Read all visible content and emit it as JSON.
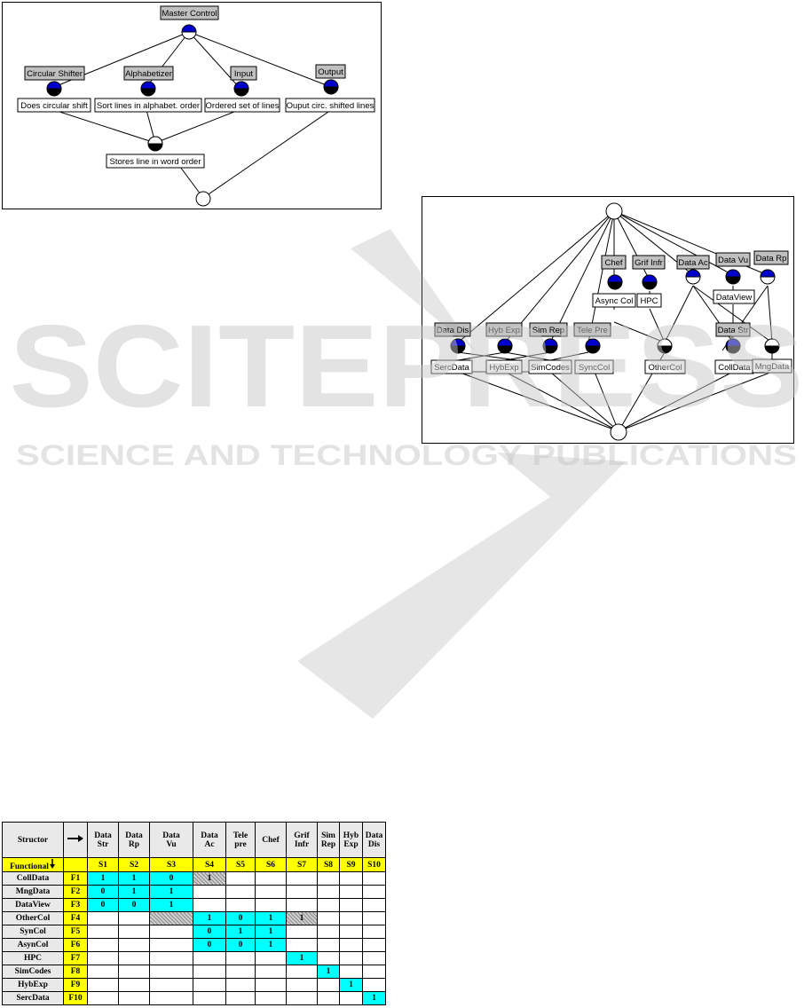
{
  "diagram1": {
    "nodes": {
      "master_control": "Master Control",
      "circular_shifter": "Circular Shifter",
      "alphabetizer": "Alphabetizer",
      "input": "Input",
      "output": "Output",
      "does_circular_shift": "Does circular shift",
      "sort_lines": "Sort lines in alphabet. order",
      "ordered_set": "Ordered set of lines",
      "output_circ": "Ouput circ. shifted lines",
      "stores_line": "Stores line in word order"
    }
  },
  "diagram2": {
    "nodes": {
      "chef": "Chef",
      "grif_infr": "Grif Infr",
      "data_ac": "Data Ac",
      "data_vu": "Data Vu",
      "data_rp": "Data Rp",
      "async_col": "Async Col",
      "hpc": "HPC",
      "dataview": "DataView",
      "data_dis": "Data Dis",
      "hyb_exp": "Hyb Exp",
      "sim_rep": "Sim Rep",
      "tele_pre": "Tele Pre",
      "data_str": "Data Str",
      "sercdata": "SercData",
      "hybexp": "HybExp",
      "simcodes": "SimCodes",
      "synccol": "SyncCol",
      "othercol": "OtherCol",
      "colldata": "CollData",
      "mngdata": "MngData"
    }
  },
  "watermark": {
    "title": "SCITEPRESS",
    "subtitle": "SCIENCE AND TECHNOLOGY PUBLICATIONS"
  },
  "table": {
    "corner_top": "Structor",
    "corner_bottom": "Functional",
    "columns": [
      {
        "l1": "Data",
        "l2": "Str",
        "code": "S1"
      },
      {
        "l1": "Data",
        "l2": "Rp",
        "code": "S2"
      },
      {
        "l1": "Data",
        "l2": "Vu",
        "code": "S3"
      },
      {
        "l1": "Data",
        "l2": "Ac",
        "code": "S4"
      },
      {
        "l1": "Tele",
        "l2": "pre",
        "code": "S5"
      },
      {
        "l1": "Chef",
        "l2": "",
        "code": "S6"
      },
      {
        "l1": "Grif",
        "l2": "Infr",
        "code": "S7"
      },
      {
        "l1": "Sim",
        "l2": "Rep",
        "code": "S8"
      },
      {
        "l1": "Hyb",
        "l2": "Exp",
        "code": "S9"
      },
      {
        "l1": "Data",
        "l2": "Dis",
        "code": "S10"
      }
    ],
    "rows": [
      {
        "name": "CollData",
        "code": "F1",
        "cells": [
          "1",
          "1",
          "0",
          "1",
          "",
          "",
          "",
          "",
          "",
          ""
        ]
      },
      {
        "name": "MngData",
        "code": "F2",
        "cells": [
          "0",
          "1",
          "1",
          "",
          "",
          "",
          "",
          "",
          "",
          ""
        ]
      },
      {
        "name": "DataView",
        "code": "F3",
        "cells": [
          "0",
          "0",
          "1",
          "",
          "",
          "",
          "",
          "",
          "",
          ""
        ]
      },
      {
        "name": "OtherCol",
        "code": "F4",
        "cells": [
          "",
          "",
          "",
          "1",
          "0",
          "1",
          "1",
          "",
          "",
          ""
        ]
      },
      {
        "name": "SynCol",
        "code": "F5",
        "cells": [
          "",
          "",
          "",
          "0",
          "1",
          "1",
          "",
          "",
          "",
          ""
        ]
      },
      {
        "name": "AsynCol",
        "code": "F6",
        "cells": [
          "",
          "",
          "",
          "0",
          "0",
          "1",
          "",
          "",
          "",
          ""
        ]
      },
      {
        "name": "HPC",
        "code": "F7",
        "cells": [
          "",
          "",
          "",
          "",
          "",
          "",
          "1",
          "",
          "",
          ""
        ]
      },
      {
        "name": "SimCodes",
        "code": "F8",
        "cells": [
          "",
          "",
          "",
          "",
          "",
          "",
          "",
          "1",
          "",
          ""
        ]
      },
      {
        "name": "HybExp",
        "code": "F9",
        "cells": [
          "",
          "",
          "",
          "",
          "",
          "",
          "",
          "",
          "1",
          ""
        ]
      },
      {
        "name": "SercData",
        "code": "F10",
        "cells": [
          "",
          "",
          "",
          "",
          "",
          "",
          "",
          "",
          "",
          "1"
        ]
      }
    ],
    "highlight": {
      "cyan": [
        [
          0,
          0
        ],
        [
          0,
          1
        ],
        [
          0,
          2
        ],
        [
          1,
          0
        ],
        [
          1,
          1
        ],
        [
          1,
          2
        ],
        [
          2,
          0
        ],
        [
          2,
          1
        ],
        [
          2,
          2
        ],
        [
          3,
          3
        ],
        [
          3,
          4
        ],
        [
          3,
          5
        ],
        [
          4,
          3
        ],
        [
          4,
          4
        ],
        [
          4,
          5
        ],
        [
          5,
          3
        ],
        [
          5,
          4
        ],
        [
          5,
          5
        ],
        [
          6,
          6
        ],
        [
          7,
          7
        ],
        [
          8,
          8
        ],
        [
          9,
          9
        ]
      ],
      "hatched": [
        [
          0,
          3
        ],
        [
          3,
          2
        ],
        [
          3,
          6
        ]
      ]
    }
  }
}
